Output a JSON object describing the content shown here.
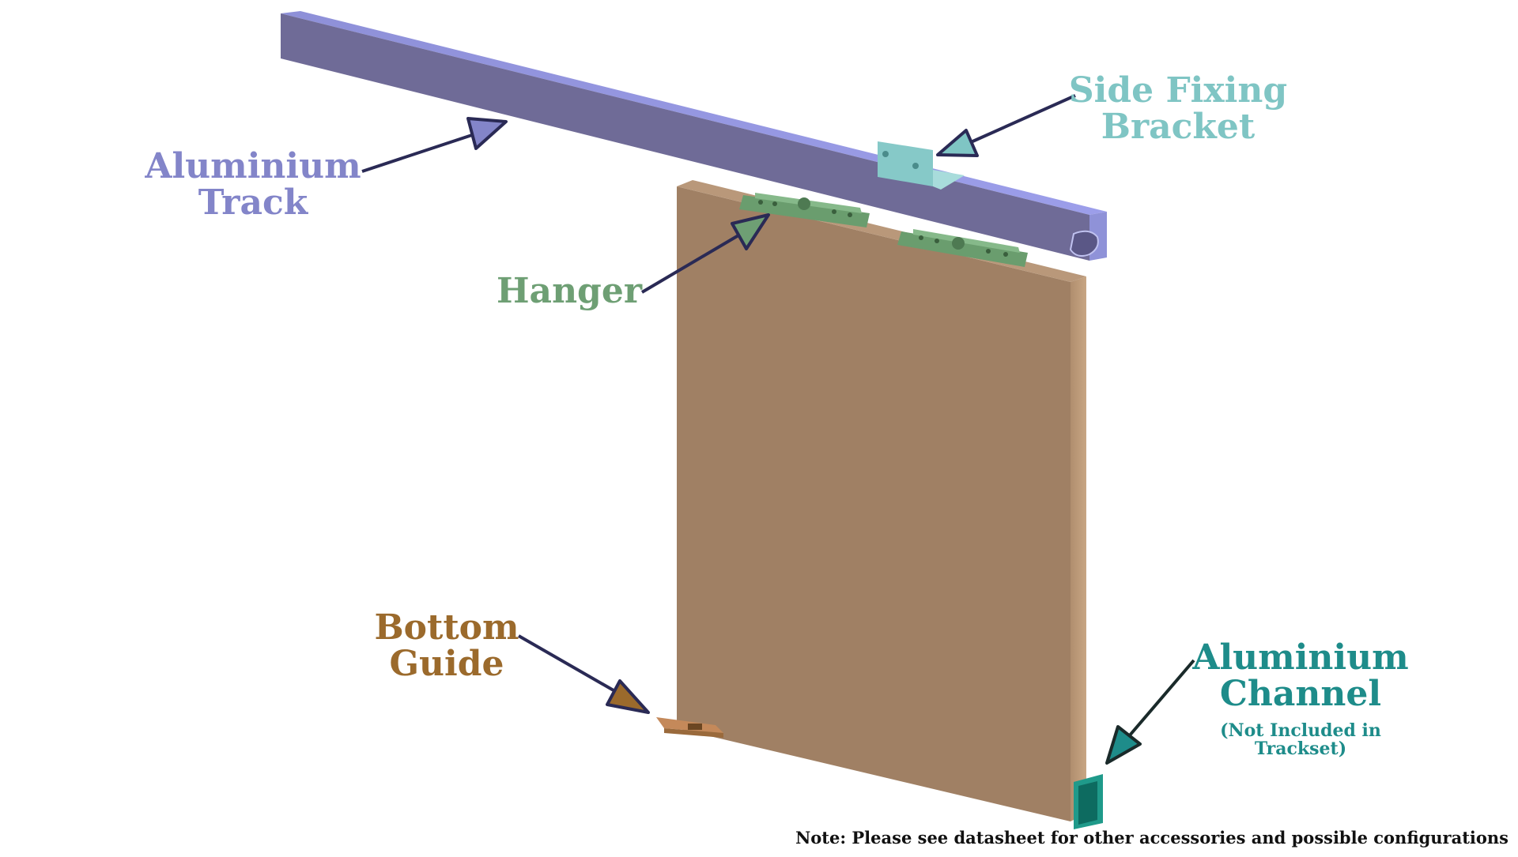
{
  "labels": {
    "aluminium_track": [
      "Aluminium",
      "Track"
    ],
    "side_fixing_bracket": [
      "Side Fixing",
      "Bracket"
    ],
    "hanger": "Hanger",
    "bottom_guide": [
      "Bottom",
      "Guide"
    ],
    "aluminium_channel": [
      "Aluminium",
      "Channel"
    ],
    "aluminium_channel_note": "(Not Included in Trackset)"
  },
  "note": "Note: Please see datasheet for other accessories and possible configurations",
  "colors": {
    "track": "#8385c9",
    "bracket": "#7fc5c4",
    "hanger": "#6e9f74",
    "bottom_guide": "#9b6a2c",
    "channel": "#1e8c8a",
    "door": "#a08064"
  }
}
